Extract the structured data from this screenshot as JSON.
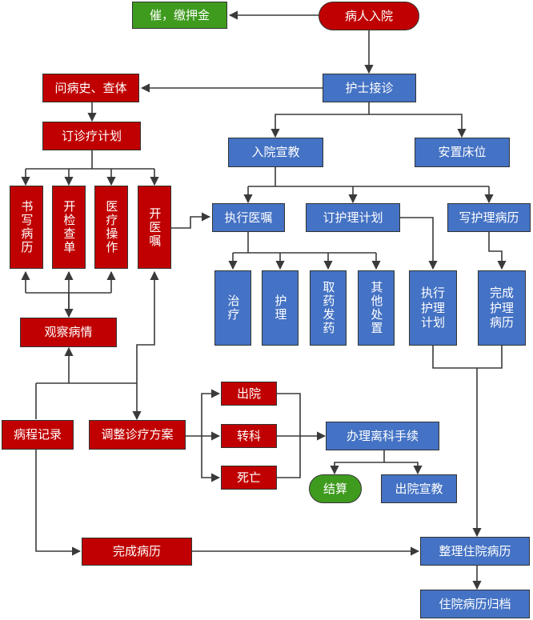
{
  "nodes": {
    "admit": "病人入院",
    "deposit": "催，缴押金",
    "nurse_reception": "护士接诊",
    "history_exam": "问病史、查体",
    "treatment_plan": "订诊疗计划",
    "admission_education": "入院宣教",
    "arrange_bed": "安置床位",
    "write_record": "书写病历",
    "order_exam": "开检查单",
    "medical_operation": "医疗操作",
    "prescribe": "开医嘱",
    "execute_orders": "执行医嘱",
    "nursing_plan": "订护理计划",
    "write_nursing_record": "写护理病历",
    "treatment": "治疗",
    "care": "护理",
    "dispense": "取药发药",
    "other": "其他处置",
    "execute_nursing_plan": "执行护理计划",
    "complete_nursing_record": "完成护理病历",
    "observe": "观察病情",
    "progress_notes": "病程记录",
    "adjust_plan": "调整诊疗方案",
    "discharge": "出院",
    "transfer": "转科",
    "death": "死亡",
    "handle_procedures": "办理离科手续",
    "settle": "结算",
    "discharge_education": "出院宣教",
    "complete_record": "完成病历",
    "organize_record": "整理住院病历",
    "archive": "住院病历归档"
  },
  "colors": {
    "red": "#c00000",
    "blue": "#4472c4",
    "green": "#3f9b1e"
  }
}
